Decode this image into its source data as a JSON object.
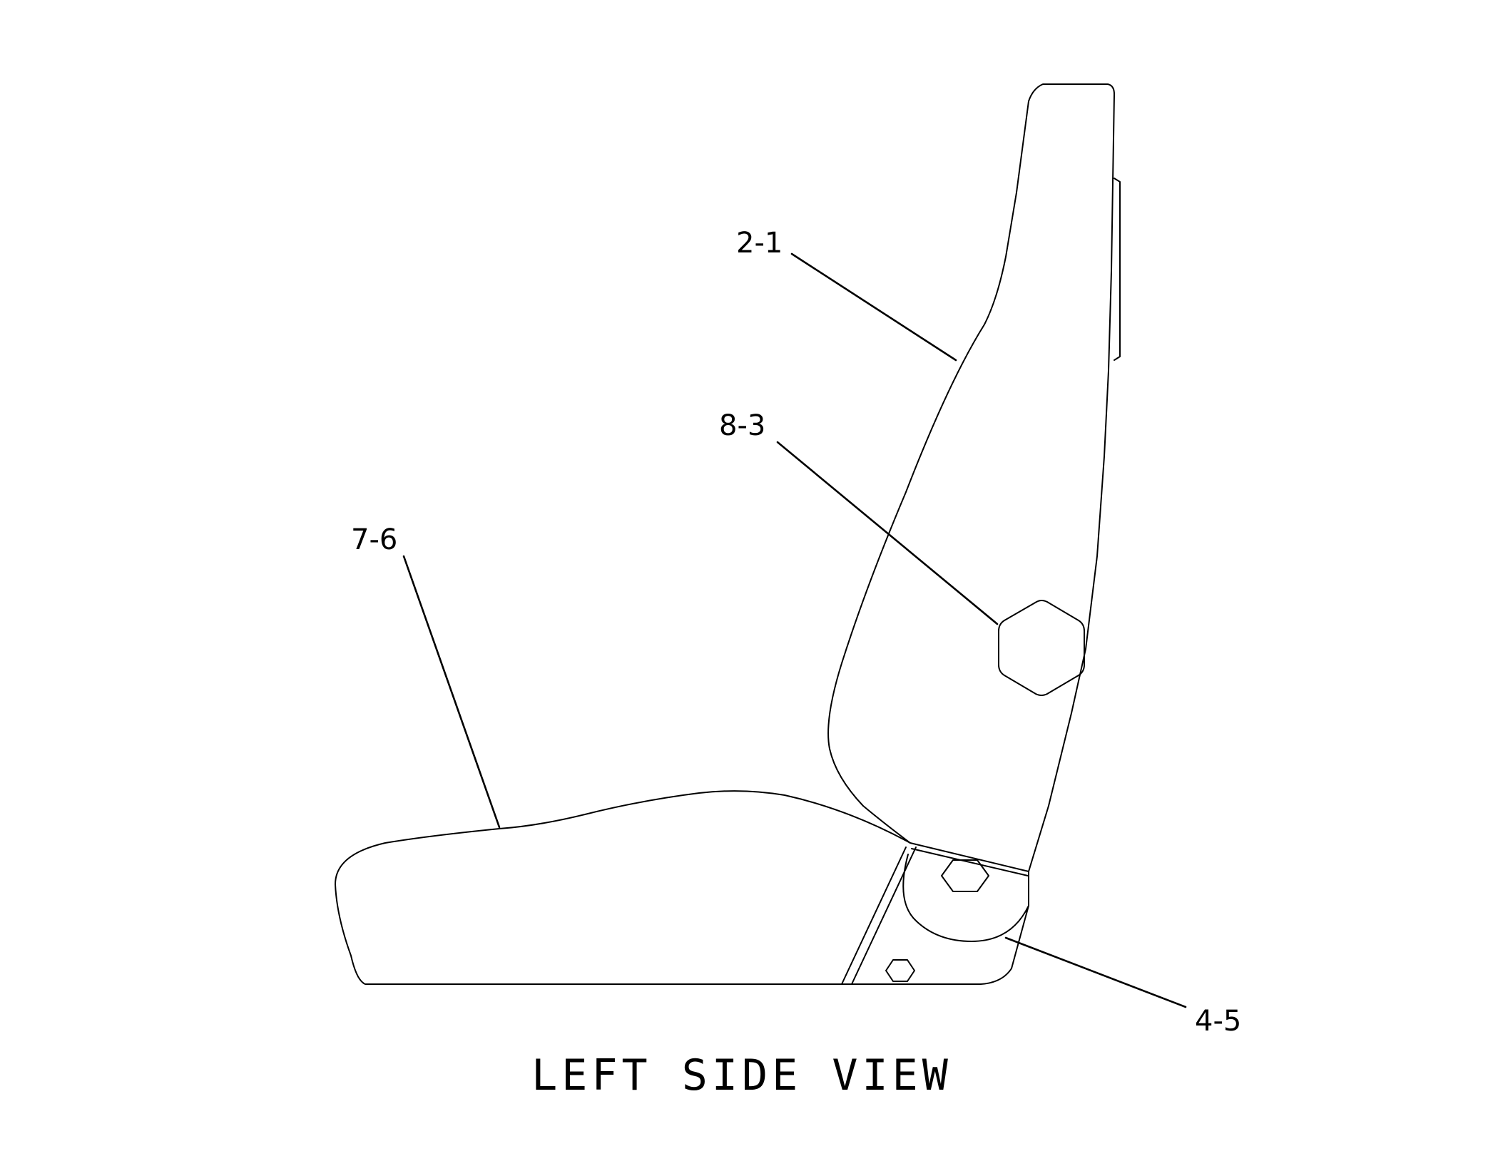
{
  "callouts": {
    "backrest": "2-1",
    "knob": "8-3",
    "cushion": "7-6",
    "pivot": "4-5"
  },
  "view_title": "LEFT SIDE VIEW",
  "colors": {
    "line": "#000000",
    "background": "#ffffff"
  }
}
